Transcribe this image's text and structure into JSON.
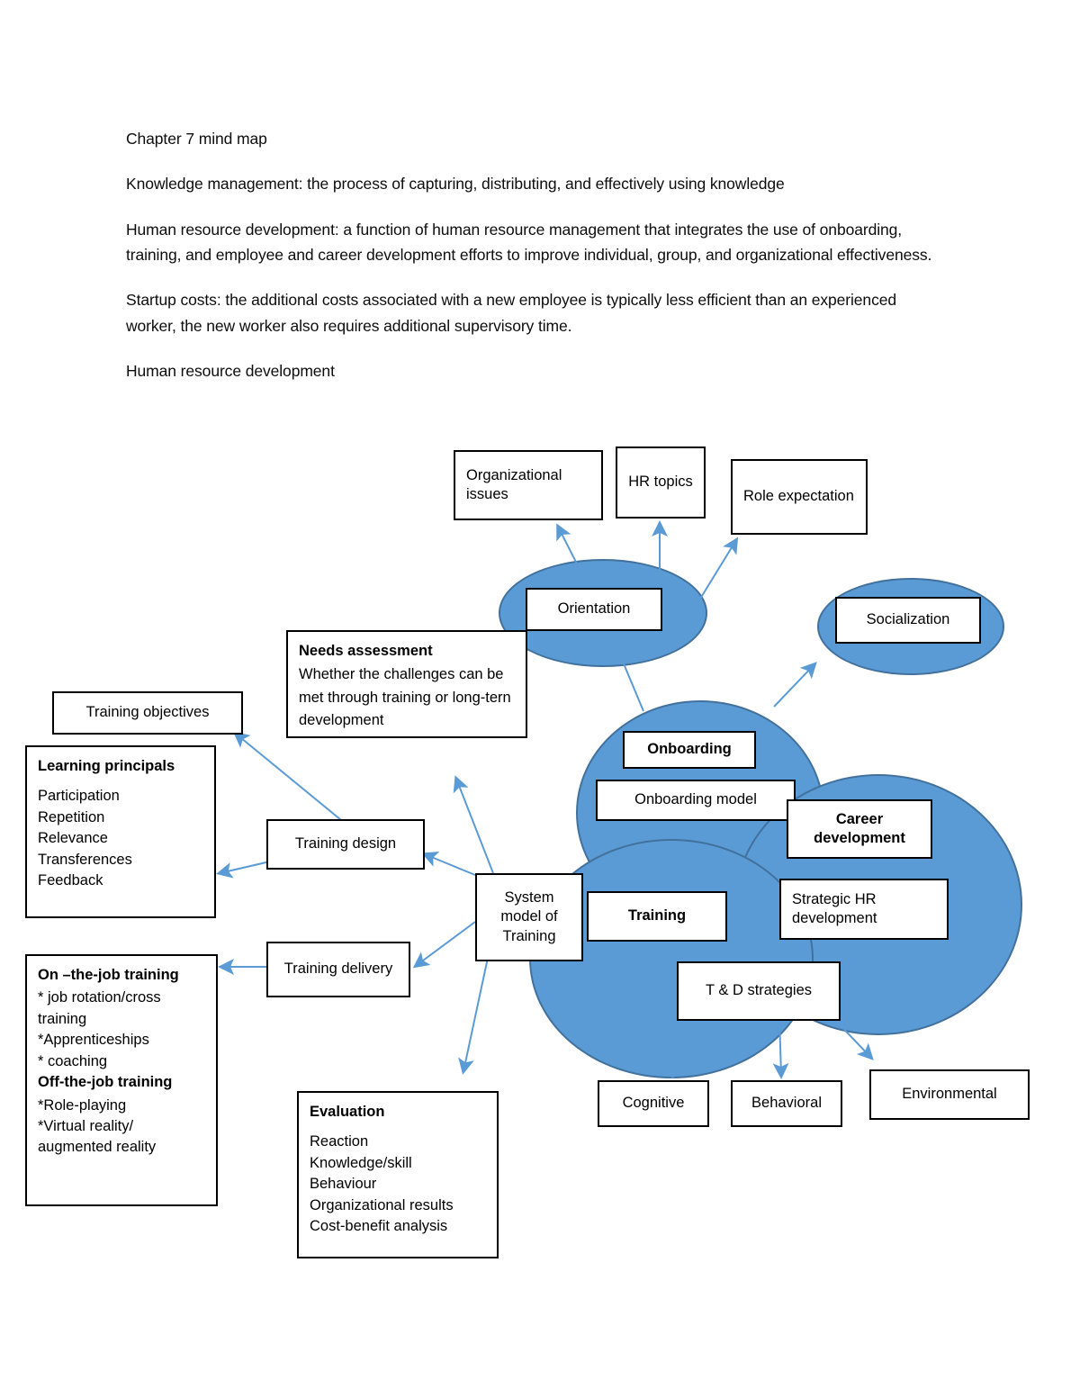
{
  "document": {
    "paragraphs": [
      "Chapter 7 mind map",
      "Knowledge management: the process of capturing, distributing, and effectively using knowledge",
      "Human resource development: a function of human resource management that integrates the use of onboarding, training, and employee and career development efforts to improve individual, group, and organizational effectiveness.",
      "Startup costs: the additional costs associated with a new employee is typically less efficient than an experienced worker, the new worker also requires additional supervisory time.",
      "Human resource development"
    ]
  },
  "colors": {
    "ellipse_fill": "#5B9BD5",
    "ellipse_border": "#41719C",
    "arrow": "#5B9BD5",
    "box_border": "#000000",
    "text": "#000000"
  },
  "diagram": {
    "ellipses": [
      {
        "name": "orientation",
        "label": "Orientation"
      },
      {
        "name": "socialization",
        "label": "Socialization"
      },
      {
        "name": "onboarding",
        "label": "Onboarding"
      },
      {
        "name": "training",
        "label": "Training"
      },
      {
        "name": "career-development",
        "label": "Career development"
      }
    ],
    "boxes": {
      "organizational_issues": "Organizational issues",
      "hr_topics": "HR topics",
      "role_expectation": "Role expectation",
      "orientation": "Orientation",
      "socialization": "Socialization",
      "onboarding": "Onboarding",
      "onboarding_model": "Onboarding model",
      "career_development": "Career development",
      "strategic_hr_development": "Strategic HR development",
      "training": "Training",
      "td_strategies": "T & D strategies",
      "system_model": "System model of Training",
      "training_design": "Training design",
      "training_delivery": "Training delivery",
      "training_objectives": "Training objectives",
      "cognitive": "Cognitive",
      "behavioral": "Behavioral",
      "environmental": "Environmental"
    },
    "needs_assessment": {
      "heading": "Needs assessment",
      "body": "Whether the challenges can be met through training or long-tern development"
    },
    "learning_principals": {
      "heading": "Learning principals",
      "items": [
        "Participation",
        "Repetition",
        "Relevance",
        "Transferences",
        "Feedback"
      ]
    },
    "job_training": {
      "on_heading": "On –the-job training",
      "on_items": [
        "* job rotation/cross",
        "training",
        "*Apprenticeships",
        "* coaching"
      ],
      "off_heading": "Off-the-job training",
      "off_items": [
        "*Role-playing",
        "*Virtual reality/",
        "augmented reality"
      ]
    },
    "evaluation": {
      "heading": "Evaluation",
      "items": [
        "Reaction",
        "Knowledge/skill",
        "Behaviour",
        "Organizational results",
        "Cost-benefit analysis"
      ]
    }
  }
}
